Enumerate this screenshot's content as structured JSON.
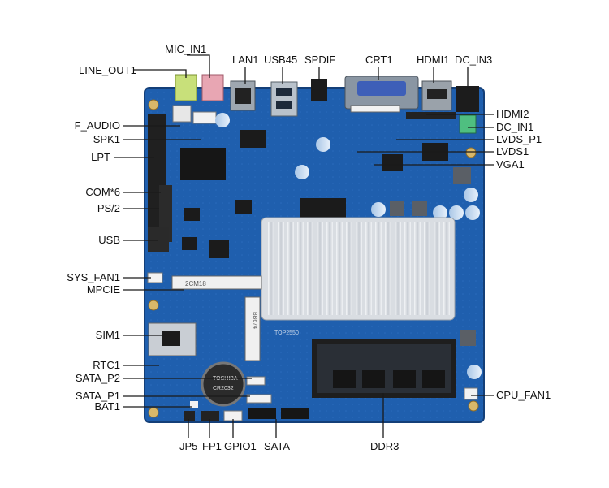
{
  "labels_top": [
    "MIC_IN1",
    "LINE_OUT1",
    "LAN1",
    "USB45",
    "SPDIF",
    "CRT1",
    "HDMI1",
    "DC_IN3"
  ],
  "labels_left": [
    "F_AUDIO",
    "SPK1",
    "LPT",
    "COM*6",
    "PS/2",
    "USB",
    "SYS_FAN1",
    "MPCIE",
    "SIM1",
    "RTC1",
    "SATA_P2",
    "SATA_P1",
    "BAT1"
  ],
  "labels_right": [
    "HDMI2",
    "DC_IN1",
    "LVDS_P1",
    "LVDS1",
    "VGA1",
    "CPU_FAN1"
  ],
  "labels_bottom": [
    "JP5",
    "FP1",
    "GPIO1",
    "SATA",
    "DDR3"
  ],
  "board_silkscreen": {
    "slot_mark": "2CM18",
    "slot_mark2": "BB674",
    "chip_text": "TOSHIBA",
    "battery_text": "CR2032",
    "rev_text": "TOP2550"
  },
  "colors": {
    "board": "#1f5fae",
    "board_dark": "#18498a",
    "heatsink": "#d9dde2",
    "leader": "#1a1a1a",
    "line_out": "#c8e07a",
    "mic_in": "#e8a6b3",
    "vga": "#3e5fb8"
  }
}
